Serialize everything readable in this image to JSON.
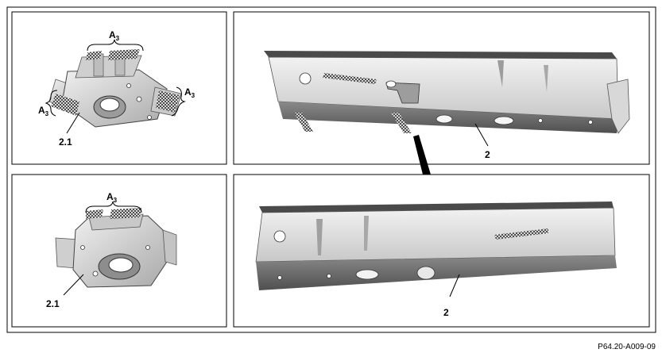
{
  "figure_id": "P64.20-A009-09",
  "panels": {
    "top_left": {
      "callout": "2.1",
      "zone_label": "A",
      "zone_sub": "3"
    },
    "bottom_left": {
      "callout": "2.1",
      "zone_label": "A",
      "zone_sub": "3"
    },
    "top_right": {
      "callout": "2"
    },
    "bottom_right": {
      "callout": "2"
    }
  },
  "colors": {
    "frame": "#000000",
    "metal_light": "#d9d9d9",
    "metal_mid": "#bdbdbd",
    "metal_dark": "#6e6e6e",
    "hatch": "#333333"
  },
  "icons": [
    "bracket-part",
    "rail-part",
    "adhesive-zone-hatch",
    "zoom-wedge"
  ]
}
